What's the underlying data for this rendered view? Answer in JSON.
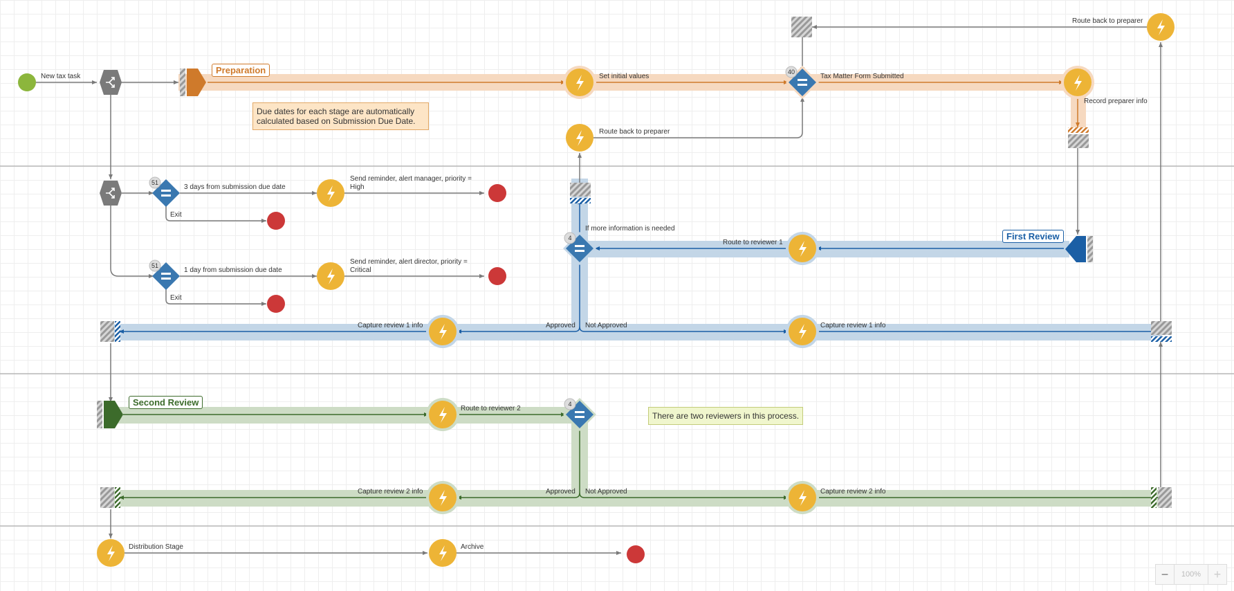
{
  "colors": {
    "orange": "#cf7a2b",
    "orange_band": "#f6d9c0",
    "blue": "#1b5fa5",
    "blue_band": "#c3d6e7",
    "green": "#3c6b2b",
    "green_band": "#cddcc5",
    "event": "#edb436",
    "gateway": "#3a78b0",
    "end": "#cc3838",
    "start": "#8cb63c",
    "gray": "#7a7a7a"
  },
  "stages": {
    "preparation": "Preparation",
    "first_review": "First Review",
    "second_review": "Second Review"
  },
  "notes": {
    "due_dates": "Due dates for each stage are automatically calculated based on Submission Due Date.",
    "reviewers": "There are two reviewers in this process."
  },
  "labels": {
    "new_tax_task": "New tax task",
    "set_initial_values": "Set initial values",
    "tax_matter_form_submitted": "Tax Matter Form Submitted",
    "record_preparer_info": "Record preparer info",
    "route_back_to_preparer_top": "Route back to preparer",
    "route_back_to_preparer_mid": "Route back to preparer",
    "three_days": "3 days from submission due date",
    "send_reminder_manager": "Send reminder, alert manager, priority = High",
    "exit_1": "Exit",
    "one_day": "1 day from submission due date",
    "send_reminder_director": "Send reminder, alert director, priority = Critical",
    "exit_2": "Exit",
    "if_more_info": "If more information is needed",
    "route_to_reviewer_1": "Route to reviewer 1",
    "capture_review_1_left": "Capture review 1 info",
    "approved_1": "Approved",
    "not_approved_1": "Not Approved",
    "capture_review_1_right": "Capture review 1 info",
    "route_to_reviewer_2": "Route to reviewer 2",
    "capture_review_2_left": "Capture review 2 info",
    "approved_2": "Approved",
    "not_approved_2": "Not Approved",
    "capture_review_2_right": "Capture review 2 info",
    "distribution_stage": "Distribution Stage",
    "archive": "Archive"
  },
  "badges": {
    "tax_matter": "40",
    "three_days": "51",
    "one_day": "51",
    "reviewer_1": "4",
    "reviewer_2": "4"
  },
  "zoom": {
    "minus": "−",
    "level": "100%",
    "plus": "+"
  },
  "icons": {
    "event": "lightning-bolt-icon",
    "gateway": "equals-icon",
    "fork": "fork-icon"
  }
}
